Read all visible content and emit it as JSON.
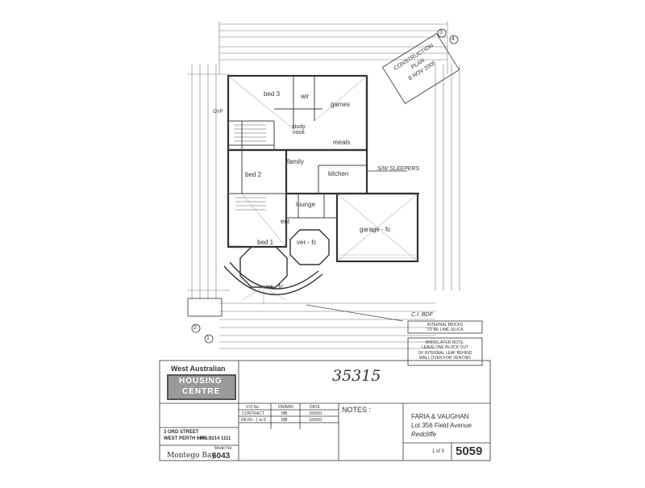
{
  "plan": {
    "rooms": {
      "bed3": "bed 3",
      "wir": "wir",
      "games": "games",
      "study_nook": "study\nnook",
      "meals": "meals",
      "family": "family",
      "kitchen": "kitchen",
      "bed2": "bed 2",
      "lounge": "lounge",
      "ent": "ent",
      "bed1": "bed 1",
      "ver_fc_right": "ver - fc",
      "garage": "garage - fc",
      "ver_fc_bottom": "ver - fc"
    },
    "annotations": {
      "sw_sleepers": "S/W SLEEPERS",
      "ci_bdf": "C.I. BDF",
      "ovp": "OVP"
    },
    "markers": {
      "grid_1": "1",
      "grid_2": "2",
      "grid_3": "3",
      "grid_4": "4"
    },
    "stamp": {
      "line1": "CONSTRUCTION",
      "line2": "PLAN",
      "line3": "8 NOV 2005"
    },
    "notes": {
      "internal_bricks": "INTERNAL BRICKS\nTO BE LIME SILICA",
      "bricklayer": "BRICKLAYER NOTE:\nLEAVE ONE BLOCK OUT\nOF INTERNAL LEAF BEHIND\nWALL OVEN FOR VENTING"
    }
  },
  "handwritten_number": "35315",
  "title_block": {
    "company_line1": "West Australian",
    "company_logo_top": "HOUSING",
    "company_logo_bottom": "CENTRE",
    "address_line1": "3 ORD STREET",
    "address_line2": "WEST PERTH 6005.",
    "phone": "Ph. 9214 1111",
    "model_label": "Model No.",
    "model_name": "Montego Bay",
    "model_no": "6043",
    "table_headers": [
      "V.O No.",
      "DRAWN",
      "DATE"
    ],
    "table_rows": [
      [
        "CONTRACT",
        "MB",
        "10/6/01"
      ],
      [
        "REVN - 1 to 5",
        "MB",
        "10/6/01"
      ]
    ],
    "notes_label": "NOTES :",
    "client_name": "FARIA & VAUGHAN",
    "lot": "Lot 356 Field Avenue",
    "suburb": "Redcliffe",
    "sheet": "1 of 5",
    "job_number": "5059"
  }
}
